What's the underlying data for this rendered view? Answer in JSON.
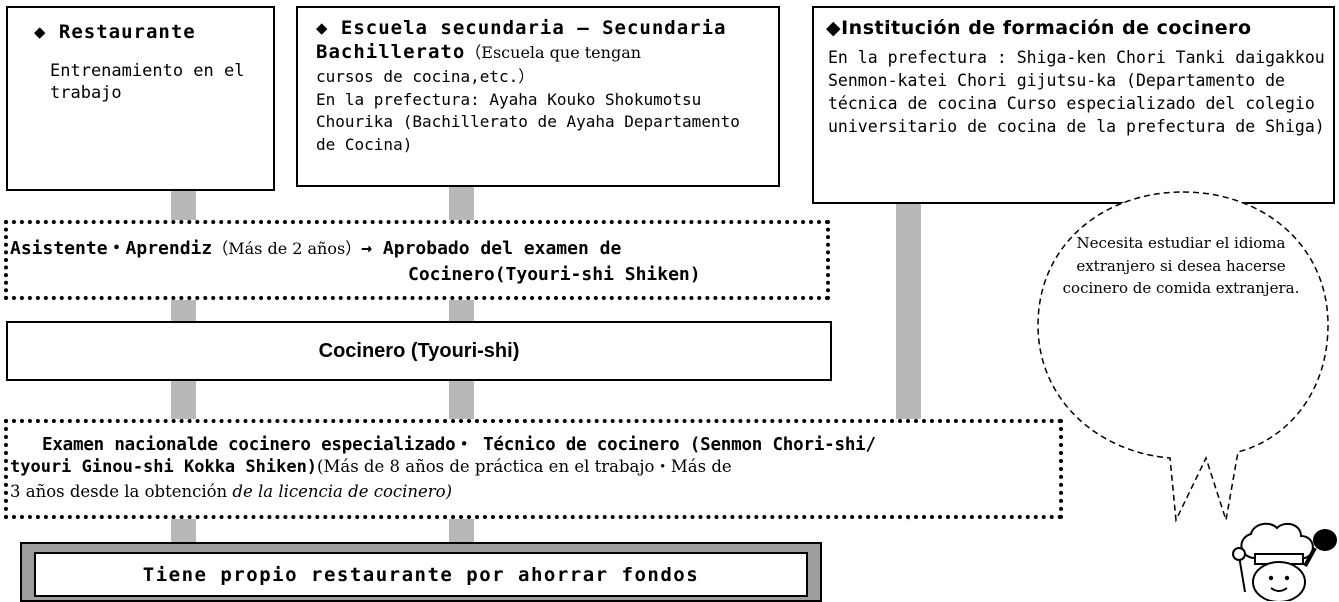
{
  "restaurant": {
    "title": "◆ Restaurante",
    "body": "Entrenamiento en el trabajo"
  },
  "school": {
    "title_1": "◆ Escuela secundaria – Secundaria",
    "title_2": "Bachillerato",
    "title_2_note": "（Escuela que tengan",
    "body": "cursos de cocina,etc.）\nEn la prefectura: Ayaha Kouko Shokumotsu Chourika (Bachillerato de Ayaha Departamento de Cocina)"
  },
  "institution": {
    "title": "◆Institución de formación de cocinero",
    "body": "En la prefectura : Shiga-ken Chori Tanki daigakkou Senmon-katei Chori gijutsu-ka (Departamento de técnica de cocina Curso especializado del colegio universitario de cocina de la prefectura de Shiga)"
  },
  "assistant": {
    "bold_1": "Asistente・Aprendiz",
    "normal": "（Más de 2 años）",
    "bold_2": "→ Aprobado del examen de",
    "bold_3": "Cocinero(Tyouri-shi Shiken)"
  },
  "cook": {
    "label": "Cocinero (Tyouri-shi)"
  },
  "exam": {
    "line_1": "Examen nacionalde cocinero especializado・ Técnico de cocinero (Senmon Chori-shi/",
    "line_2_bold": "tyouri Ginou-shi Kokka Shiken)",
    "line_2_normal": "(Más de 8 años de práctica en el trabajo・Más de",
    "line_3_normal": "3 años desde la obtención ",
    "line_3_italic": "de la licencia de cocinero)"
  },
  "final": {
    "label": "Tiene propio restaurante por ahorrar fondos"
  },
  "bubble": {
    "text": "Necesita estudiar el idioma extranjero si desea hacerse cocinero de comida extranjera."
  },
  "colors": {
    "connector": "#b8b8b8",
    "final_frame": "#9d9d9d",
    "border": "#000000"
  }
}
